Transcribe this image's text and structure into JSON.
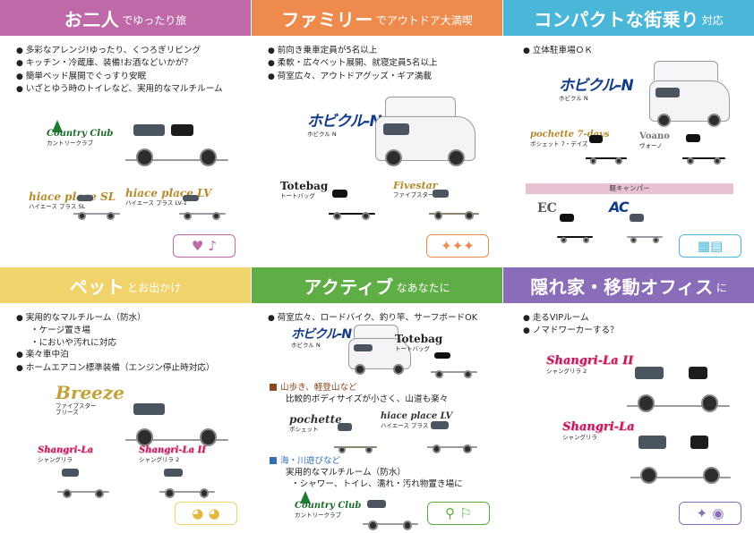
{
  "colors": {
    "pink": "#c069a9",
    "orange": "#ee8a4c",
    "cyan": "#4bb7d8",
    "yellow": "#f0d46b",
    "green": "#5fad45",
    "purple": "#8a6db8"
  },
  "panels": {
    "couple": {
      "title": "お二人",
      "sub": "でゆったり旅",
      "bullets": [
        "多彩なアレンジ!ゆったり、くつろぎリビング",
        "キッチン・冷蔵庫、装備!お酒などいかが？",
        "簡単ベッド展開でぐっすり安眠",
        "いざとゆう時のトイレなど、実用的なマルチルーム"
      ],
      "logos": {
        "country": "Country Club",
        "country_sub": "カントリークラブ",
        "hiace_sl": "hiace place SL",
        "hiace_sl_sub": "ハイエース プラス SL",
        "hiace_lv": "hiace place LV",
        "hiace_lv_sub": "ハイエース プラス LV-1"
      },
      "icon": "♥ ♪"
    },
    "family": {
      "title": "ファミリー",
      "sub": "でアウトドア大満喫",
      "bullets": [
        "前向き乗車定員が5名以上",
        "柔軟・広々ベット展開、就寝定員5名以上",
        "荷室広々、アウトドアグッズ・ギア満載"
      ],
      "logos": {
        "hobi": "ホビクル-N",
        "hobi_sub": "ホビクル N",
        "tote": "Totebag",
        "tote_sub": "トートバッグ",
        "five": "Fivestar",
        "five_sub": "ファイブスター"
      }
    },
    "compact": {
      "title": "コンパクトな街乗り",
      "sub": "対応",
      "bullets": [
        "立体駐車場ＯＫ"
      ],
      "logos": {
        "hobi": "ホビクル-N",
        "hobi_sub": "ホビクル N",
        "pochette": "pochette 7-days",
        "pochette_sub": "ポシェット 7・デイズ",
        "voano": "Voano",
        "voano_sub": "ヴォーノ",
        "ec": "EC",
        "ac": "AC"
      },
      "kei": "軽キャンパー"
    },
    "pet": {
      "title": "ペット",
      "sub": "とお出かけ",
      "bullets": [
        {
          "t": "実用的なマルチルーム（防水）",
          "d": true
        },
        {
          "t": "・ケージ置き場",
          "d": false
        },
        {
          "t": "・においや汚れに対応",
          "d": false
        },
        {
          "t": "楽々車中泊",
          "d": true
        },
        {
          "t": "ホームエアコン標準装備（エンジン停止時対応）",
          "d": true
        }
      ],
      "logos": {
        "breeze": "Breeze",
        "breeze_sub": "ファイブスター\nブリーズ",
        "shang1": "Shangri-La",
        "shang1_sub": "シャングリラ",
        "shang2": "Shangri-La II",
        "shang2_sub": "シャングリラ 2"
      }
    },
    "active": {
      "title": "アクティブ",
      "sub": "なあなたに",
      "bullets": [
        "荷室広々、ロードバイク、釣り竿、サーフボードOK"
      ],
      "mtn_title": "山歩き、軽登山など",
      "mtn_desc": "比較的ボディサイズが小さく、山道も楽々",
      "river_title": "海・川遊びなど",
      "river_desc1": "実用的なマルチルーム（防水）",
      "river_desc2": "・シャワー、トイレ、濡れ・汚れ物置き場に",
      "logos": {
        "hobi": "ホビクル-N",
        "hobi_sub": "ホビクル N",
        "tote": "Totebag",
        "tote_sub": "トートバッグ",
        "pochette": "pochette",
        "pochette_sub": "ポシェット",
        "hiace_lv": "hiace place LV",
        "hiace_lv_sub": "ハイエース プラス LV",
        "country": "Country Club",
        "country_sub": "カントリークラブ"
      }
    },
    "office": {
      "title": "隠れ家・移動オフィス",
      "sub": "に",
      "bullets": [
        "走るVIPルーム",
        "ノマドワーカーする？"
      ],
      "logos": {
        "shang2": "Shangri-La II",
        "shang2_sub": "シャングリラ 2",
        "shang1": "Shangri-La",
        "shang1_sub": "シャングリラ"
      }
    }
  }
}
